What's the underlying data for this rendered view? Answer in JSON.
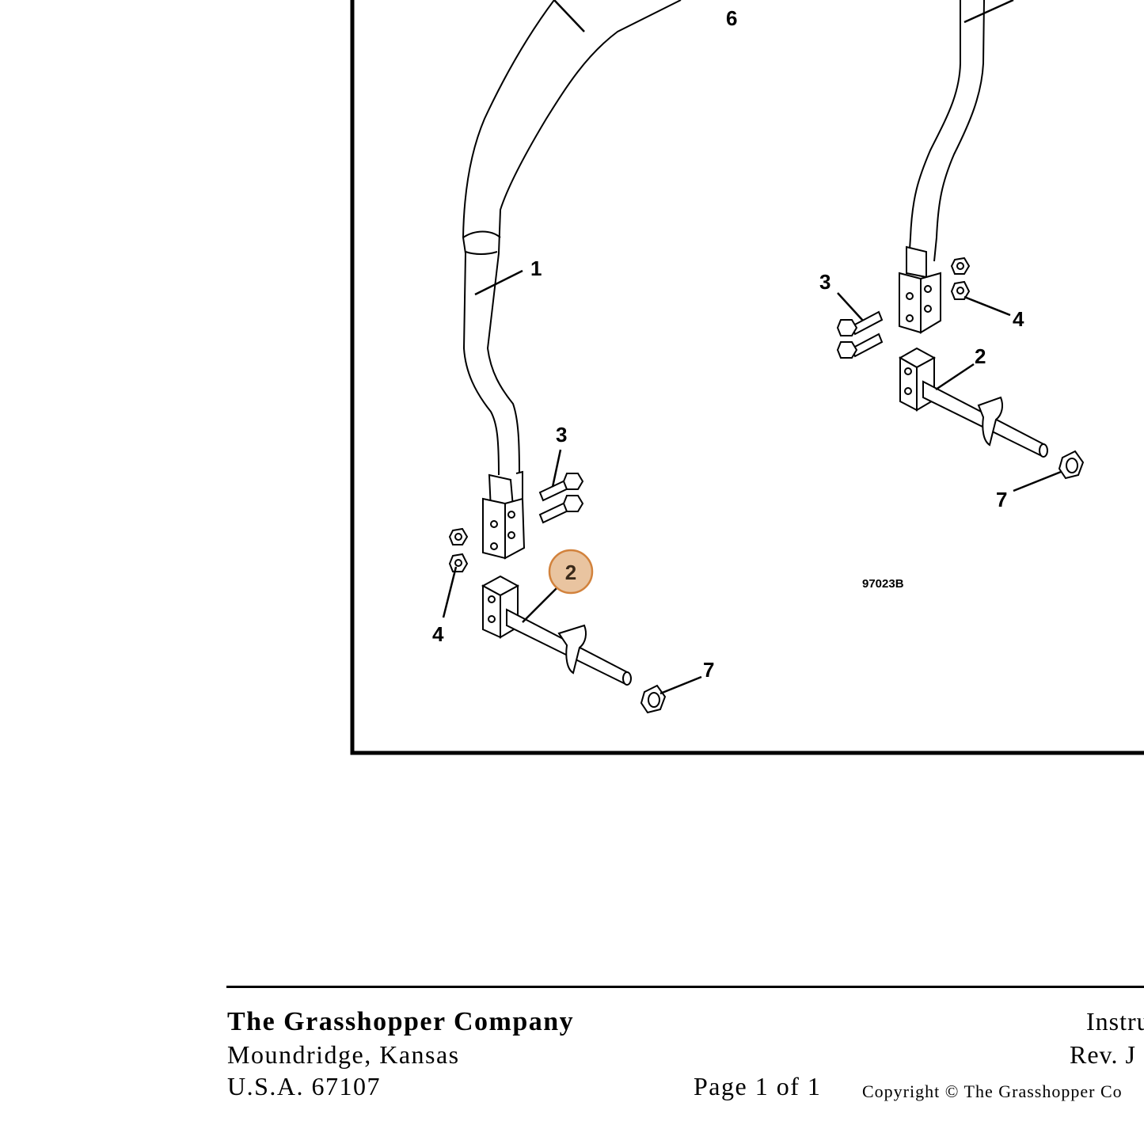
{
  "diagram": {
    "figure_code": "97023B",
    "callouts": {
      "left_tube": "1",
      "left_bracket": "2",
      "left_bolts": "3",
      "left_nuts": "4",
      "left_locknut": "7",
      "right_bolts": "3",
      "right_nuts": "4",
      "right_bracket": "2",
      "right_locknut": "7",
      "top_crossbar": "6"
    },
    "highlight_label": "2",
    "highlight_color": "#e9c4a0",
    "highlight_border": "#d2823c"
  },
  "footer": {
    "company": "The Grasshopper Company",
    "city": "Moundridge, Kansas",
    "zip": "U.S.A. 67107",
    "page": "Page 1 of 1",
    "copyright": "Copyright © The Grasshopper Co",
    "instr": "Instru",
    "rev": "Rev. J"
  }
}
